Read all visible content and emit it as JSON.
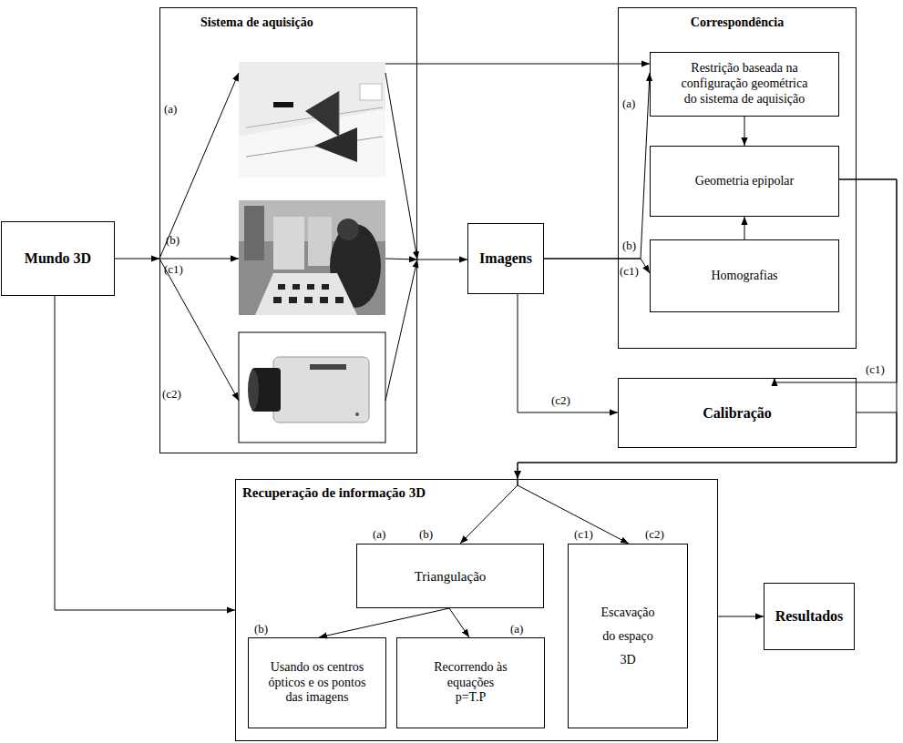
{
  "diagram": {
    "nodes": [
      {
        "text": [
          "Mundo 3D"
        ]
      },
      {
        "text": [
          "Sistema de aquisição"
        ]
      },
      {
        "text": [
          "Imagens"
        ]
      },
      {
        "text": [
          "Correspondência"
        ]
      },
      {
        "text": [
          "Restrição baseada na configuração geométrica do sistema de aquisição"
        ],
        "in": 3
      },
      {
        "text": [
          "Geometria epipolar"
        ],
        "in": 3
      },
      {
        "text": [
          "Homografias"
        ],
        "in": 3
      },
      {
        "text": [
          "Calibração"
        ]
      },
      {
        "text": [
          "Recuperação de informação 3D"
        ]
      },
      {
        "text": [
          "Triangulação"
        ],
        "in": 8
      },
      {
        "text": [
          "Usando os centros ópticos e os pontos das imagens"
        ],
        "in": 8
      },
      {
        "text": [
          "Recorrendo às equações p=T.P"
        ],
        "in": 8
      },
      {
        "text": [
          "Escavação do espaço 3D"
        ],
        "in": 8
      },
      {
        "text": [
          "Resultados"
        ]
      }
    ],
    "edges": [
      {
        "from": 0,
        "to": 1,
        "arrow": "to"
      },
      {
        "from": 0,
        "to": 8,
        "arrow": "to"
      },
      {
        "from": 1,
        "to": 2,
        "arrow": "to"
      },
      {
        "from": 1,
        "to": 4,
        "arrow": "to"
      },
      {
        "from": 2,
        "to": 4,
        "arrow": "to"
      },
      {
        "from": 2,
        "to": 6,
        "arrow": "to"
      },
      {
        "from": 2,
        "to": 7,
        "arrow": "to"
      },
      {
        "from": 4,
        "to": 5,
        "arrow": "to"
      },
      {
        "from": 6,
        "to": 5,
        "arrow": "to"
      },
      {
        "from": 5,
        "to": 7,
        "arrow": "to"
      },
      {
        "from": 5,
        "to": 9,
        "arrow": "to"
      },
      {
        "from": 7,
        "to": 12,
        "arrow": "to"
      },
      {
        "from": 9,
        "to": 10,
        "arrow": "to"
      },
      {
        "from": 9,
        "to": 11,
        "arrow": "to"
      },
      {
        "from": 8,
        "to": 13,
        "arrow": "to"
      }
    ],
    "labels": [
      "(a)",
      "(b)",
      "(c1)",
      "(c2)",
      "(a)",
      "(b)",
      "(c1)",
      "(c1)",
      "(c2)",
      "(a)",
      "(b)",
      "(c1)",
      "(c2)",
      "(b)",
      "(a)"
    ]
  }
}
